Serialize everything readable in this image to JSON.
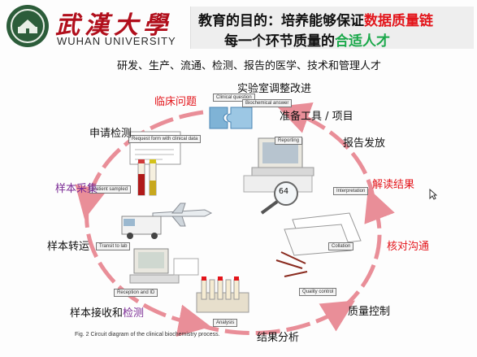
{
  "header": {
    "university_cn": "武漢大學",
    "university_en": "WUHAN UNIVERSITY",
    "title_line1_prefix": "教育的目的：培养能够保证",
    "title_line1_highlight": "数据质量链",
    "title_line2_prefix": "每一个环节质量的",
    "title_line2_highlight": "合适人才",
    "subtitle": "研发、生产、流通、检测、报告的医学、技术和管理人才"
  },
  "diagram": {
    "labels": {
      "lab_improve": "实验室调整改进",
      "clinical_problem": "临床问题",
      "prepare_tools": "准备工具 / 项目",
      "request_test": "申请检测",
      "report_release": "报告发放",
      "sample_collection": "样本采集",
      "interpret_results": "解读结果",
      "sample_transport": "样本转运",
      "verify_communicate": "核对沟通",
      "sample_receive_test": "样本接收和检测",
      "quality_control": "质量控制",
      "result_analysis": "结果分析"
    },
    "tags": {
      "clinical_question": "Clinical question",
      "biochemical_answer": "Biochemical answer",
      "request_form": "Request form with clinical data",
      "reporting": "Reporting",
      "patient_sampled": "Patient sampled",
      "interpretation": "Interpretation",
      "transit_to_lab": "Transit to lab",
      "collation": "Collation",
      "reception_id": "Reception and ID",
      "quality_control": "Quality control",
      "analysis": "Analysis"
    },
    "magnifier_text": "64",
    "caption": "Fig. 2  Circuit diagram of the clinical biochemistry process."
  },
  "colors": {
    "accent_red": "#e3151b",
    "accent_green": "#1aa84a",
    "purple": "#7a2a94",
    "arrow_pink": "#e98e98",
    "logo_green": "#2c5d3a"
  }
}
